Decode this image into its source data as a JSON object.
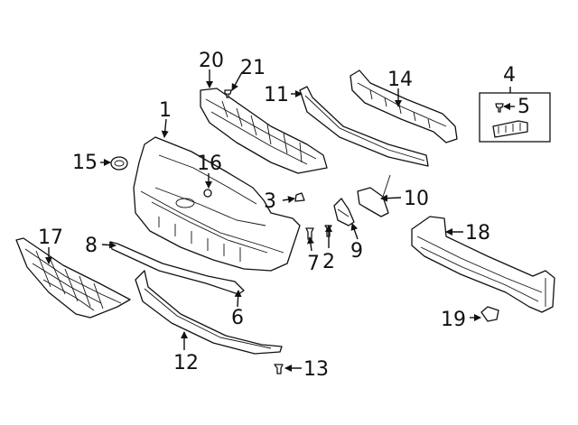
{
  "diagram": {
    "callouts": [
      {
        "id": "c1",
        "text": "1"
      },
      {
        "id": "c2",
        "text": "2"
      },
      {
        "id": "c3",
        "text": "3"
      },
      {
        "id": "c4",
        "text": "4"
      },
      {
        "id": "c5",
        "text": "5"
      },
      {
        "id": "c6",
        "text": "6"
      },
      {
        "id": "c7",
        "text": "7"
      },
      {
        "id": "c8",
        "text": "8"
      },
      {
        "id": "c9",
        "text": "9"
      },
      {
        "id": "c10",
        "text": "10"
      },
      {
        "id": "c11",
        "text": "11"
      },
      {
        "id": "c12",
        "text": "12"
      },
      {
        "id": "c13",
        "text": "13"
      },
      {
        "id": "c14",
        "text": "14"
      },
      {
        "id": "c15",
        "text": "15"
      },
      {
        "id": "c16",
        "text": "16"
      },
      {
        "id": "c17",
        "text": "17"
      },
      {
        "id": "c18",
        "text": "18"
      },
      {
        "id": "c19",
        "text": "19"
      },
      {
        "id": "c20",
        "text": "20"
      },
      {
        "id": "c21",
        "text": "21"
      }
    ]
  }
}
